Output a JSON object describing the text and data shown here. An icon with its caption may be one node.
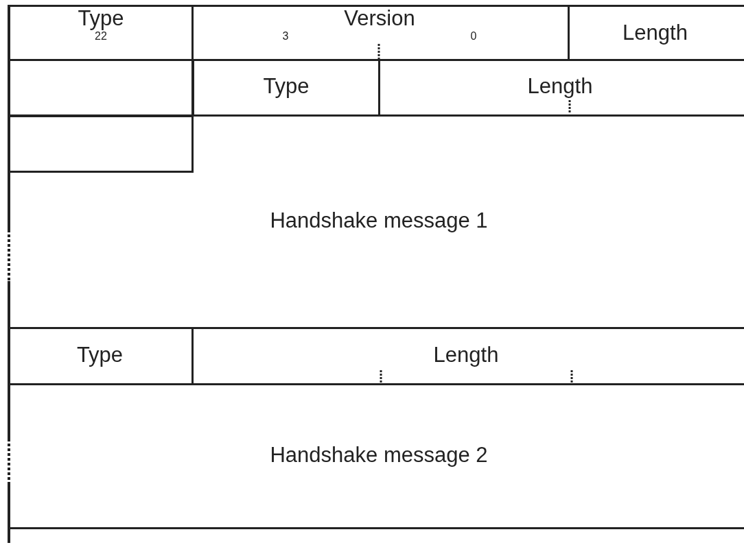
{
  "diagram": {
    "nodes": [
      {
        "text": [
          "Type",
          "22"
        ]
      },
      {
        "text": [
          "Version",
          "3",
          "0"
        ]
      },
      {
        "text": [
          "Length"
        ]
      },
      {
        "text": [],
        "shape": "box"
      },
      {
        "text": [
          "Type"
        ]
      },
      {
        "text": [
          "Length"
        ]
      },
      {
        "text": [
          "Handshake message 1"
        ]
      },
      {
        "text": [],
        "shape": "box",
        "in": 6
      },
      {
        "text": [
          "Type"
        ]
      },
      {
        "text": [
          "Length"
        ]
      },
      {
        "text": [
          "Handshake message 2"
        ]
      }
    ],
    "edges": []
  }
}
